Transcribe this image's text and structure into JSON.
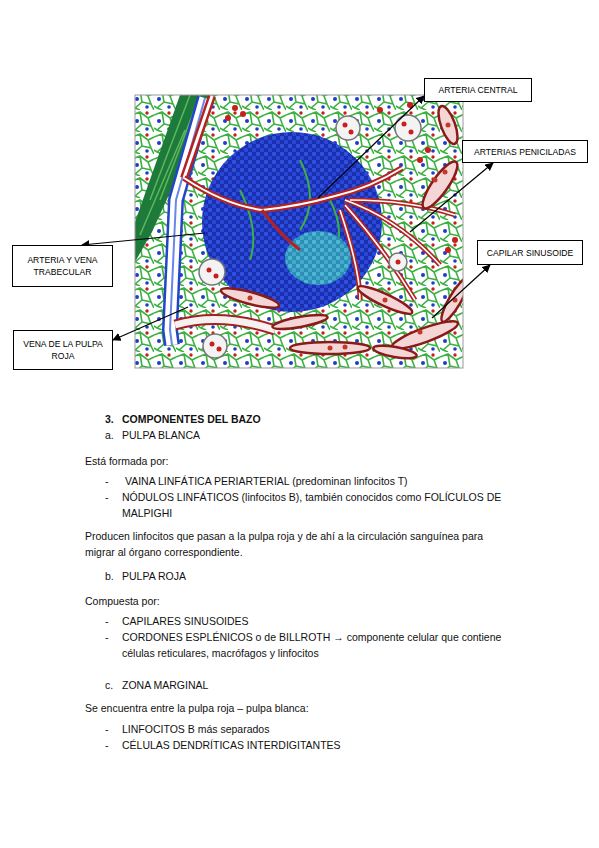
{
  "diagram": {
    "nodes": [
      {
        "text": [
          "ARTERIA CENTRAL"
        ]
      },
      {
        "text": [
          "ARTERIAS PENICILADAS"
        ]
      },
      {
        "text": [
          "ARTERIA Y VENA TRABECULAR"
        ]
      },
      {
        "text": [
          "CAPILAR SINUSOIDE"
        ]
      },
      {
        "text": [
          "VENA DE LA PULPA ROJA"
        ]
      }
    ],
    "labels": [
      "3.",
      "COMPONENTES DEL BAZO",
      "a.",
      "PULPA BLANCA",
      "Está formada por:",
      "-",
      " VAINA LINFÁTICA PERIARTERIAL (predominan linfocitos T)",
      "-",
      "NÓDULOS LINFÁTICOS (linfocitos B), también conocidos como FOLÍCULOS DE MALPIGHI",
      "Producen linfocitos que pasan a la pulpa roja y de ahí a la circulación sanguínea para migrar al órgano correspondiente.",
      "b.",
      "PULPA ROJA",
      "Compuesta por:",
      "-",
      "CAPILARES SINUSOIDES",
      "-",
      "CORDONES ESPLÉNICOS o de BILLROTH → componente celular que contiene células reticulares, macrófagos y linfocitos",
      "c.",
      "ZONA MARGINAL",
      "Se encuentra entre la pulpa roja – pulpa blanca:",
      "-",
      "LINFOCITOS B más separados",
      "-",
      "CÉLULAS DENDRÍTICAS INTERDIGITANTES"
    ]
  }
}
